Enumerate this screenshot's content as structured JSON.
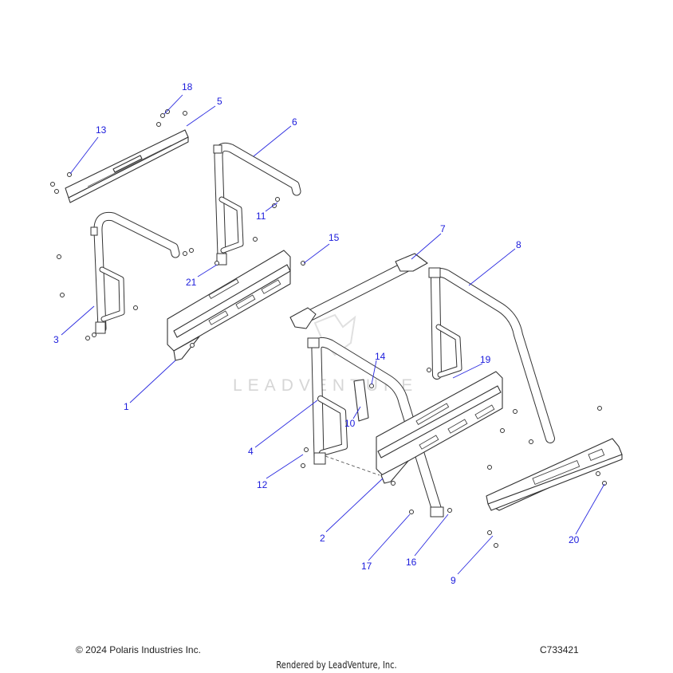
{
  "diagram": {
    "watermark": "LEADVENTURE",
    "callouts": [
      {
        "id": "1",
        "label": "1"
      },
      {
        "id": "2",
        "label": "2"
      },
      {
        "id": "3",
        "label": "3"
      },
      {
        "id": "4",
        "label": "4"
      },
      {
        "id": "5",
        "label": "5"
      },
      {
        "id": "6",
        "label": "6"
      },
      {
        "id": "7",
        "label": "7"
      },
      {
        "id": "8",
        "label": "8"
      },
      {
        "id": "9",
        "label": "9"
      },
      {
        "id": "10",
        "label": "10"
      },
      {
        "id": "11",
        "label": "11"
      },
      {
        "id": "12",
        "label": "12"
      },
      {
        "id": "13",
        "label": "13"
      },
      {
        "id": "14",
        "label": "14"
      },
      {
        "id": "15",
        "label": "15"
      },
      {
        "id": "16",
        "label": "16"
      },
      {
        "id": "17",
        "label": "17"
      },
      {
        "id": "18",
        "label": "18"
      },
      {
        "id": "19",
        "label": "19"
      },
      {
        "id": "20",
        "label": "20"
      },
      {
        "id": "21",
        "label": "21"
      }
    ]
  },
  "footer": {
    "copyright": "© 2024 Polaris Industries Inc.",
    "figure_id": "C733421",
    "rendered_by": "Rendered by LeadVenture, Inc."
  }
}
